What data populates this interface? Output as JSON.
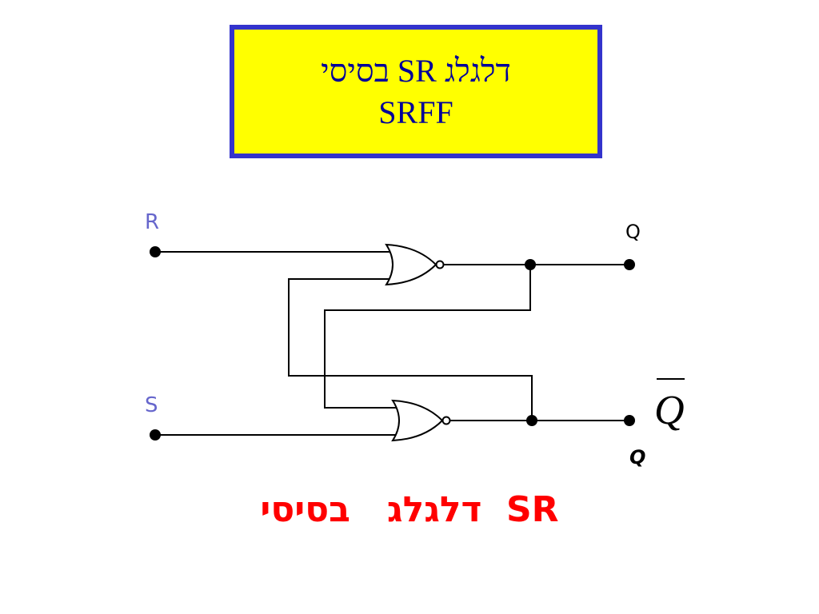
{
  "title": {
    "line1": "דלגלג SR בסיסי",
    "line2": "SRFF"
  },
  "circuit": {
    "input_r_label": "R",
    "input_s_label": "S",
    "output_q_label": "Q",
    "output_qbar_symbol": "Q",
    "output_qbar_label": "Q"
  },
  "caption": "דלגלג   בסיסי  SR",
  "colors": {
    "title_bg": "#ffff00",
    "title_border": "#3333cc",
    "title_text": "#000099",
    "input_label": "#6666cc",
    "caption": "#ff0000"
  }
}
